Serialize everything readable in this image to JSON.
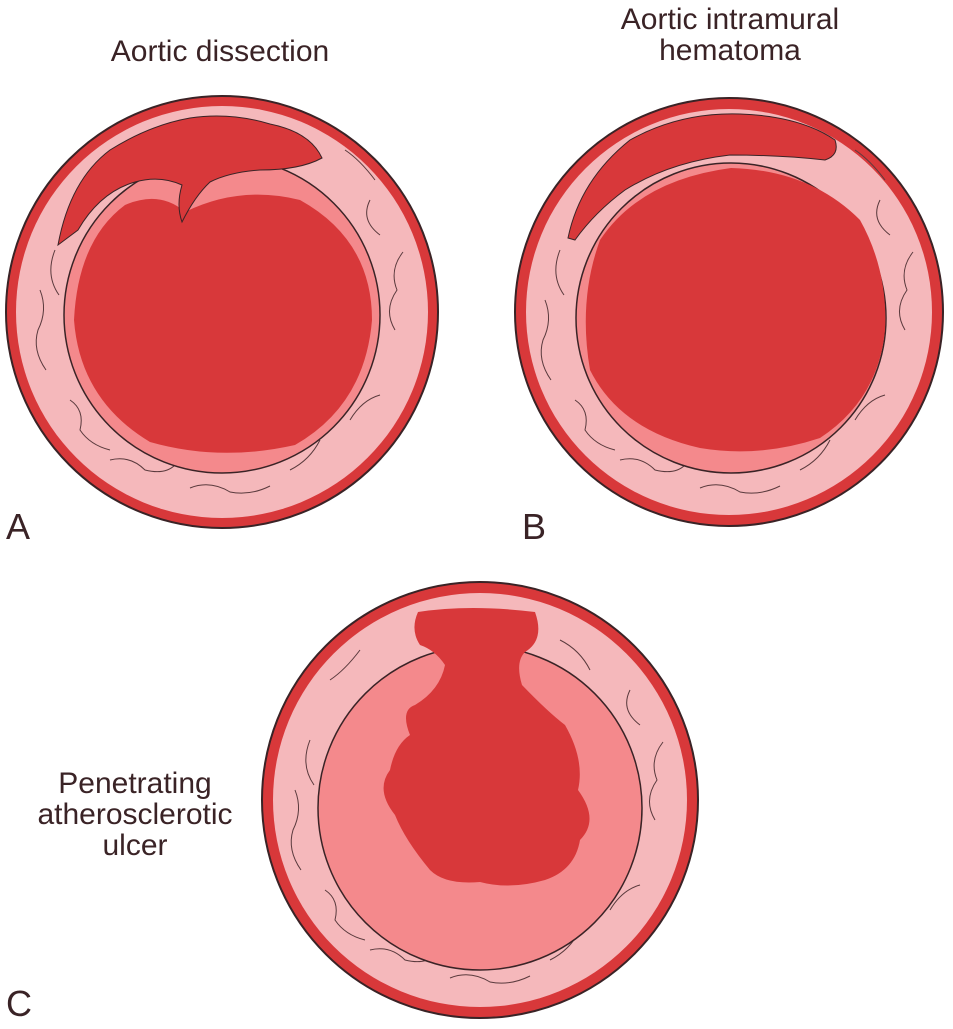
{
  "panels": [
    {
      "letter": "A",
      "title_lines": [
        "Aortic dissection"
      ]
    },
    {
      "letter": "B",
      "title_lines": [
        "Aortic intramural",
        "hematoma"
      ]
    },
    {
      "letter": "C",
      "title_lines": [
        "Penetrating",
        "atherosclerotic",
        "ulcer"
      ]
    }
  ],
  "colors": {
    "adventitia": "#d8383a",
    "media": "#f5b8bb",
    "intima": "#f4898c",
    "blood": "#d8383a",
    "outline": "#3a2326",
    "text": "#3a2326"
  }
}
